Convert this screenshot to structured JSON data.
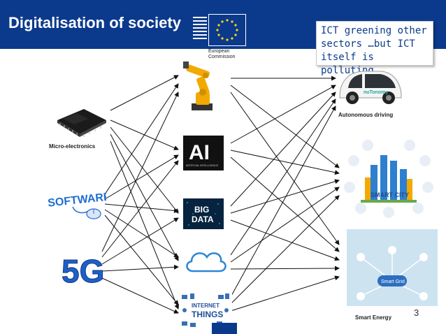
{
  "slide": {
    "title": "Digitalisation of society",
    "page_number": "3"
  },
  "logo": {
    "line1": "European",
    "line2": "Commission"
  },
  "callout": {
    "line1": "ICT greening other",
    "line2": "sectors …but ICT",
    "line3": "itself is polluting."
  },
  "left_nodes": [
    {
      "label": "Micro-electronics",
      "icon": "chip-icon"
    },
    {
      "label": "",
      "icon": "software-mouse-icon",
      "text": "SOFTWARE"
    },
    {
      "label": "",
      "icon": "5g-icon",
      "text": "5G"
    }
  ],
  "middle_nodes": [
    {
      "icon": "robot-arm-icon"
    },
    {
      "icon": "ai-icon",
      "text": "AI",
      "subtext": "ARTIFICIAL INTELLIGENCE"
    },
    {
      "icon": "big-data-icon",
      "text1": "BIG",
      "text2": "DATA"
    },
    {
      "icon": "cloud-icon"
    },
    {
      "icon": "internet-of-things-icon",
      "text1": "INTERNET",
      "text2": "THINGS"
    }
  ],
  "right_nodes": [
    {
      "label": "Autonomous driving",
      "icon": "autonomous-car-icon",
      "text": "nuTonomy"
    },
    {
      "label": "",
      "icon": "smart-city-icon",
      "text": "SMART CITY"
    },
    {
      "label": "Smart Energy",
      "icon": "smart-grid-icon",
      "text": "Smart Grid"
    }
  ],
  "colors": {
    "header": "#0b3a8c",
    "callout_text": "#0b3a8c",
    "robot": "#f2a900",
    "arrow": "#111111"
  }
}
